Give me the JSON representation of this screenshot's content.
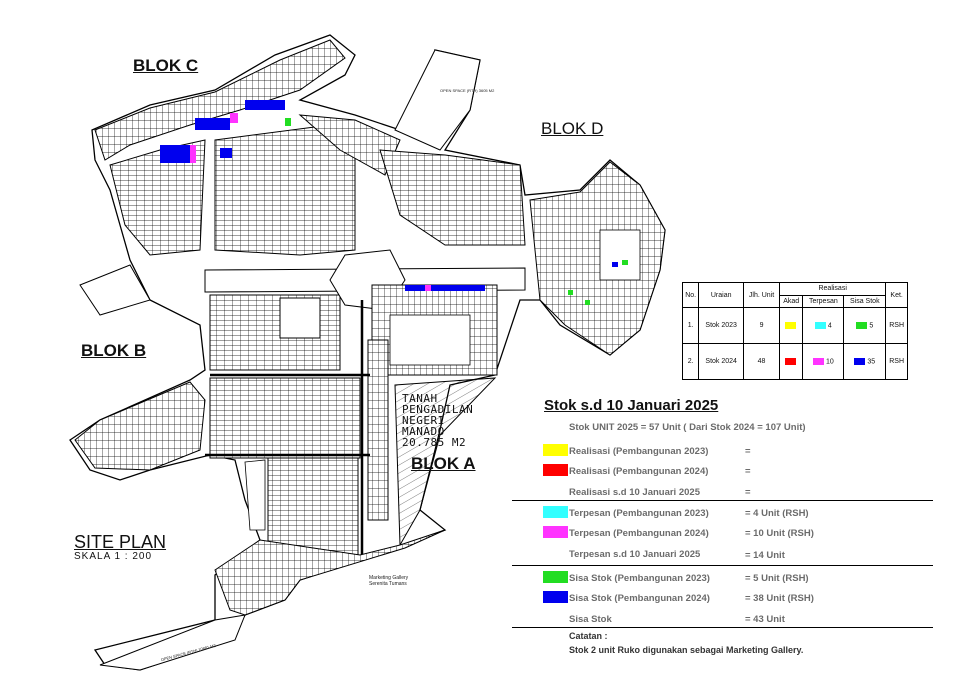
{
  "map": {
    "blocks": [
      "BLOK C",
      "BLOK D",
      "BLOK B",
      "BLOK A"
    ],
    "site_plan_title": "SITE PLAN",
    "site_plan_scale": "SKALA 1 : 200",
    "tanah_label": [
      "TANAH",
      "PENGADILAN",
      "NEGERI",
      "MANADO",
      "20.785 M2"
    ],
    "open_space_top": "OPEN SPACE (RTH) 3605 M2",
    "open_space_bottom": "OPEN SPACE (RTH) 10881 M2",
    "marketing_label": [
      "Marketing Gallery",
      "Serenita Tumans"
    ],
    "colors": {
      "yellow": "#ffff00",
      "red": "#ff0000",
      "cyan": "#33ffff",
      "magenta": "#ff33ff",
      "green": "#22dd22",
      "blue": "#0000ee"
    }
  },
  "legend_table": {
    "headers": {
      "no": "No.",
      "uraian": "Uraian",
      "jml": "Jlh. Unit",
      "realisasi": "Realisasi",
      "akad": "Akad",
      "terpesan": "Terpesan",
      "sisa": "Sisa Stok",
      "ket": "Ket."
    },
    "rows": [
      {
        "no": "1.",
        "uraian": "Stok 2023",
        "jml": "9",
        "akad": "",
        "terpesan": "4",
        "sisa": "5",
        "ket": "RSH"
      },
      {
        "no": "2.",
        "uraian": "Stok 2024",
        "jml": "48",
        "akad": "",
        "terpesan": "10",
        "sisa": "35",
        "ket": "RSH"
      }
    ]
  },
  "summary": {
    "title": "Stok s.d 10 Januari 2025",
    "stok_unit": "Stok UNIT 2025 = 57 Unit ( Dari Stok 2024 = 107 Unit)",
    "realisasi_2023": "Realisasi (Pembangunan 2023)",
    "realisasi_2024": "Realisasi (Pembangunan 2024)",
    "realisasi_total": "Realisasi s.d 10 Januari 2025",
    "terpesan_2023": "Terpesan (Pembangunan 2023)",
    "terpesan_2024": "Terpesan (Pembangunan 2024)",
    "terpesan_total": "Terpesan s.d 10 Januari 2025",
    "sisa_2023": "Sisa Stok (Pembangunan 2023)",
    "sisa_2024": "Sisa Stok (Pembangunan 2024)",
    "sisa_total": "Sisa Stok",
    "eq": "=",
    "terpesan_2023_val": "=  4 Unit (RSH)",
    "terpesan_2024_val": "= 10 Unit (RSH)",
    "terpesan_total_val": "= 14 Unit",
    "sisa_2023_val": "=  5 Unit (RSH)",
    "sisa_2024_val": "= 38 Unit (RSH)",
    "sisa_total_val": "= 43 Unit",
    "catatan_label": "Catatan :",
    "catatan_text": "Stok 2 unit Ruko digunakan sebagai Marketing Gallery."
  }
}
